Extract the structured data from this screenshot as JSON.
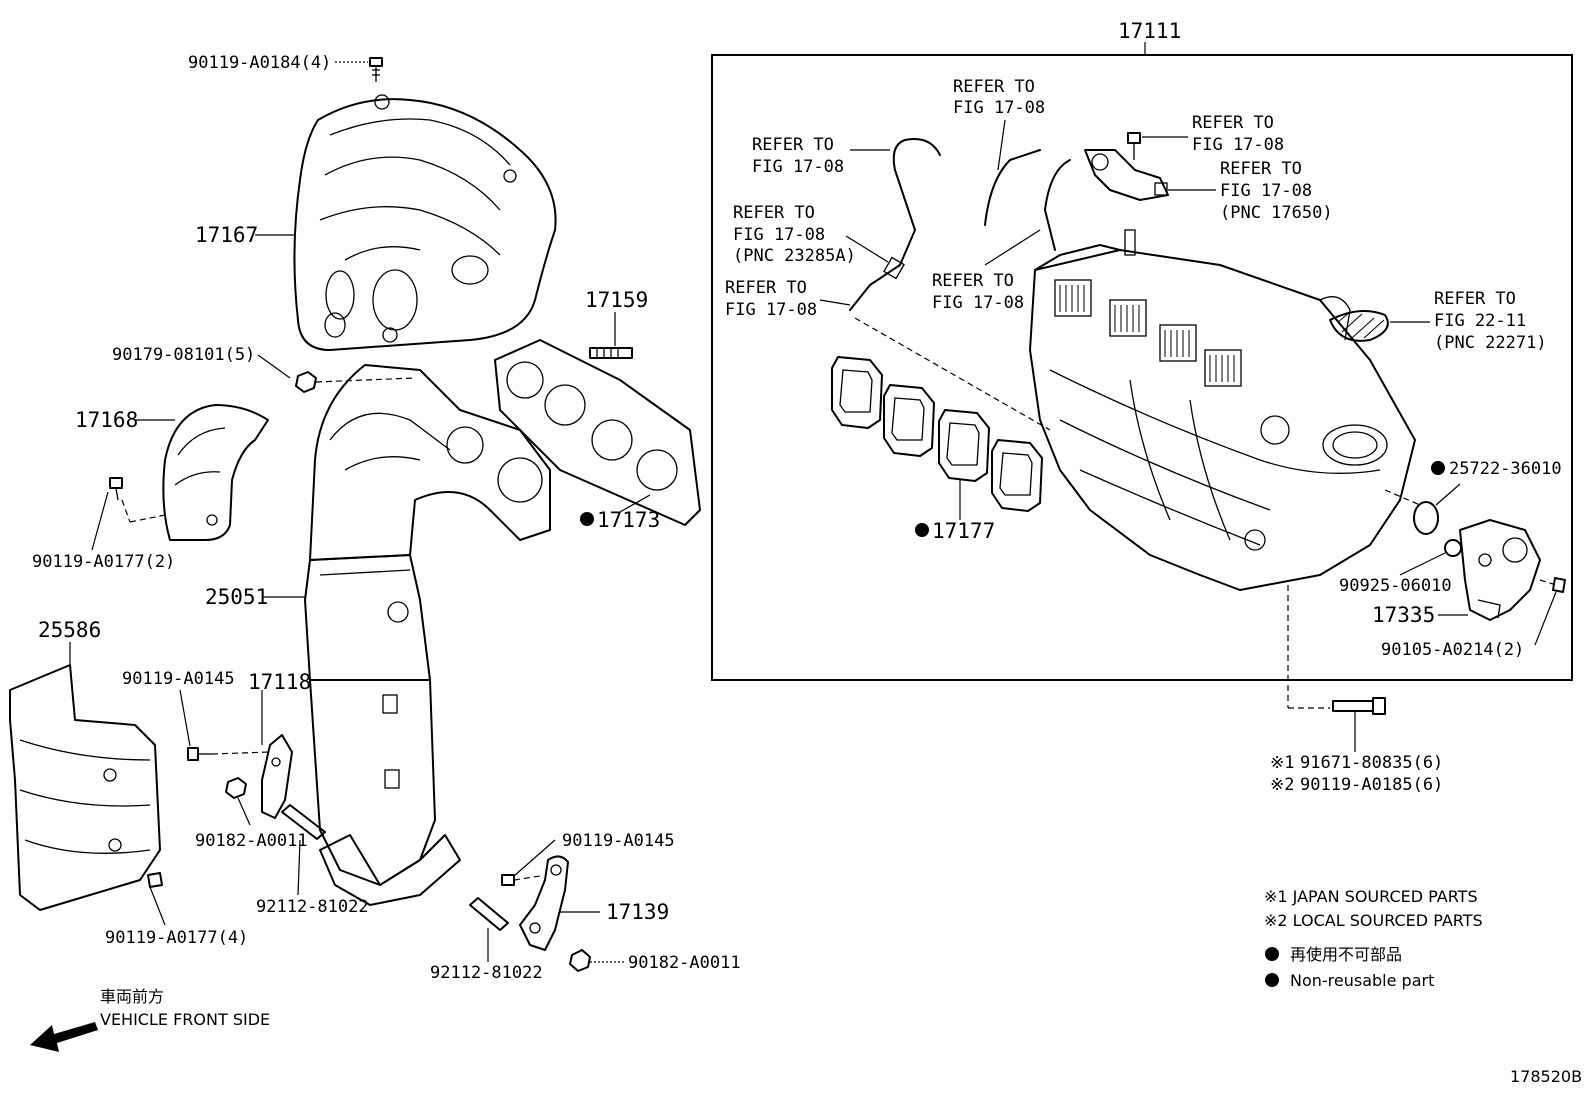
{
  "labels": {
    "p17111": "17111",
    "p90119_A0184_4": "90119-A0184(4)",
    "p17167": "17167",
    "p90179_08101_5": "90179-08101(5)",
    "p17168": "17168",
    "p17159": "17159",
    "p17173": "17173",
    "p90119_A0177_2": "90119-A0177(2)",
    "p25051": "25051",
    "p25586": "25586",
    "p90119_A0145_a": "90119-A0145",
    "p17118": "17118",
    "p90182_A0011_a": "90182-A0011",
    "p92112_81022_a": "92112-81022",
    "p90119_A0177_4": "90119-A0177(4)",
    "p90119_A0145_b": "90119-A0145",
    "p17139": "17139",
    "p92112_81022_b": "92112-81022",
    "p90182_A0011_b": "90182-A0011",
    "p17177": "17177",
    "p25722_36010": "25722-36010",
    "p90925_06010": "90925-06010",
    "p17335": "17335",
    "p90105_A0214_2": "90105-A0214(2)",
    "p91671_80835_6": "91671-80835(6)",
    "p90119_A0185_6": "90119-A0185(6)",
    "mark1": "※1",
    "mark2": "※2"
  },
  "refer": {
    "r1_l1": "REFER TO",
    "r1_l2": "FIG 17-08",
    "r2_l1": "REFER TO",
    "r2_l2": "FIG 17-08",
    "r3_l1": "REFER TO",
    "r3_l2": "FIG 17-08",
    "r3_l3": "(PNC 23285A)",
    "r4_l1": "REFER TO",
    "r4_l2": "FIG 17-08",
    "r5_l1": "REFER TO",
    "r5_l2": "FIG 17-08",
    "r6_l1": "REFER TO",
    "r6_l2": "FIG 17-08",
    "r7_l1": "REFER TO",
    "r7_l2": "FIG 17-08",
    "r7_l3": "(PNC 17650)",
    "r8_l1": "REFER TO",
    "r8_l2": "FIG 22-11",
    "r8_l3": "(PNC 22271)"
  },
  "legend": {
    "japan": "※1 JAPAN SOURCED PARTS",
    "local": "※2 LOCAL SOURCED PARTS",
    "nonreuse_jp": "再使用不可部品",
    "nonreuse_en": "Non-reusable part"
  },
  "direction": {
    "jp": "車両前方",
    "en": "VEHICLE FRONT SIDE"
  },
  "figure_id": "178520B"
}
